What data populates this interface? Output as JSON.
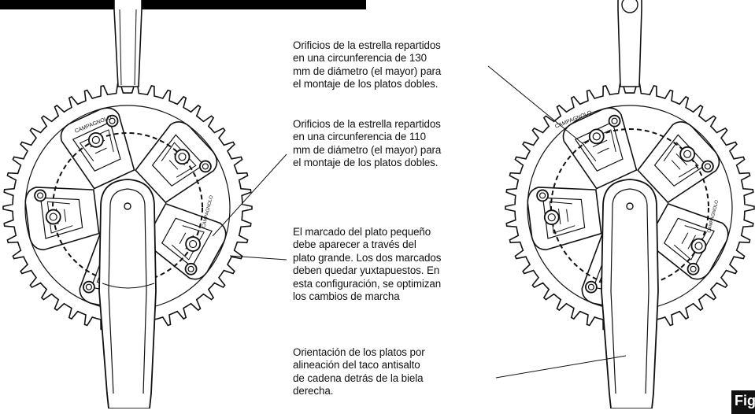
{
  "callouts": {
    "bcd_130": "Orificios de la estrella repartidos\nen una circunferencia de 130\nmm de diámetro (el mayor) para\nel montaje de los platos dobles.",
    "bcd_110": "Orificios de la estrella repartidos\nen una circunferencia de 110\nmm de diámetro (el mayor) para\nel montaje de los platos dobles.",
    "marking": "El marcado del plato pequeño\ndebe aparecer a través del\nplato grande. Los dos marcados\ndeben quedar yuxtapuestos. En\nesta configuración, se optimizan\nlos cambios de marcha",
    "orientation": "Orientación de los platos por\nalineación del taco antisalto\nde cadena detrás de la biela\nderecha."
  },
  "figure_tab": "Fig",
  "diagram": {
    "left_crankset": {
      "teeth": 46,
      "visible_bcd": "110"
    },
    "right_crankset": {
      "teeth": 46,
      "visible_bcd": "130"
    }
  }
}
